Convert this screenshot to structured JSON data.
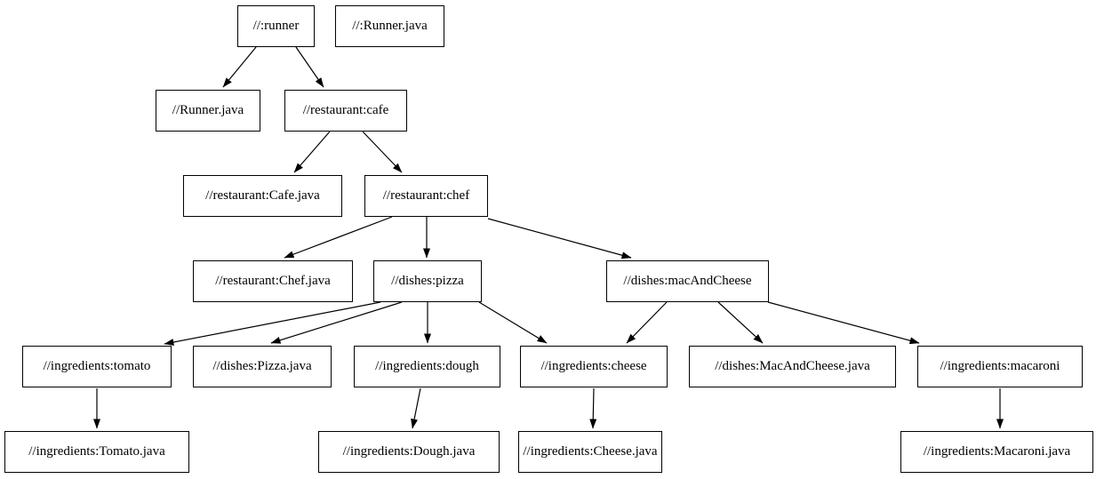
{
  "diagram": {
    "type": "directed-dependency-graph",
    "background_color": "#ffffff",
    "node_fill_color": "#ffffff",
    "node_border_color": "#000000",
    "text_color": "#000000",
    "edge_color": "#000000"
  },
  "graph": {
    "nodes": [
      {
        "id": "runner",
        "label": "//:runner"
      },
      {
        "id": "runner-java-target",
        "label": "//:Runner.java"
      },
      {
        "id": "runner-java",
        "label": "//Runner.java"
      },
      {
        "id": "cafe",
        "label": "//restaurant:cafe"
      },
      {
        "id": "cafe-java",
        "label": "//restaurant:Cafe.java"
      },
      {
        "id": "chef",
        "label": "//restaurant:chef"
      },
      {
        "id": "chef-java",
        "label": "//restaurant:Chef.java"
      },
      {
        "id": "pizza",
        "label": "//dishes:pizza"
      },
      {
        "id": "mac-and-cheese",
        "label": "//dishes:macAndCheese"
      },
      {
        "id": "tomato",
        "label": "//ingredients:tomato"
      },
      {
        "id": "pizza-java",
        "label": "//dishes:Pizza.java"
      },
      {
        "id": "dough",
        "label": "//ingredients:dough"
      },
      {
        "id": "cheese",
        "label": "//ingredients:cheese"
      },
      {
        "id": "mac-and-cheese-java",
        "label": "//dishes:MacAndCheese.java"
      },
      {
        "id": "macaroni",
        "label": "//ingredients:macaroni"
      },
      {
        "id": "tomato-java",
        "label": "//ingredients:Tomato.java"
      },
      {
        "id": "dough-java",
        "label": "//ingredients:Dough.java"
      },
      {
        "id": "cheese-java",
        "label": "//ingredients:Cheese.java"
      },
      {
        "id": "macaroni-java",
        "label": "//ingredients:Macaroni.java"
      }
    ],
    "edges": [
      {
        "from": "runner",
        "to": "runner-java"
      },
      {
        "from": "runner",
        "to": "cafe"
      },
      {
        "from": "cafe",
        "to": "cafe-java"
      },
      {
        "from": "cafe",
        "to": "chef"
      },
      {
        "from": "chef",
        "to": "chef-java"
      },
      {
        "from": "chef",
        "to": "pizza"
      },
      {
        "from": "chef",
        "to": "mac-and-cheese"
      },
      {
        "from": "pizza",
        "to": "tomato"
      },
      {
        "from": "pizza",
        "to": "pizza-java"
      },
      {
        "from": "pizza",
        "to": "dough"
      },
      {
        "from": "pizza",
        "to": "cheese"
      },
      {
        "from": "mac-and-cheese",
        "to": "cheese"
      },
      {
        "from": "mac-and-cheese",
        "to": "mac-and-cheese-java"
      },
      {
        "from": "mac-and-cheese",
        "to": "macaroni"
      },
      {
        "from": "tomato",
        "to": "tomato-java"
      },
      {
        "from": "dough",
        "to": "dough-java"
      },
      {
        "from": "cheese",
        "to": "cheese-java"
      },
      {
        "from": "macaroni",
        "to": "macaroni-java"
      }
    ]
  }
}
